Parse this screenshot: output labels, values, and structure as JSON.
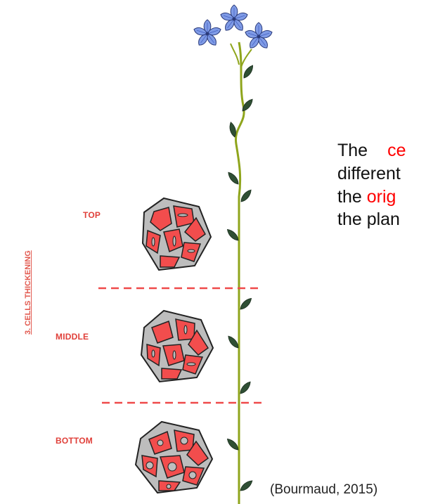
{
  "side_label": "3. CELLS THICKENING",
  "regions": [
    {
      "label": "TOP"
    },
    {
      "label": "MIDDLE"
    },
    {
      "label": "BOTTOM"
    }
  ],
  "paragraph": {
    "line1": {
      "word1": "The",
      "word2": "ce"
    },
    "line2": "different",
    "line3": {
      "prefix": "the",
      "highlight": "orig"
    },
    "line4": "the plan"
  },
  "citation": "(Bourmaud, 2015)",
  "colors": {
    "accent_red": "#ff0000",
    "label_red": "#e0403a",
    "cell_red": "#f24d4d",
    "cell_wall_gray": "#bdbdbd",
    "stem_green": "#8fa51c",
    "leaf_green": "#2f4f34",
    "petal_blue": "#7f9be6"
  },
  "icons": [
    "flax-plant-illustration",
    "flower-icon",
    "leaf-icon",
    "cell-cross-section-icon"
  ]
}
